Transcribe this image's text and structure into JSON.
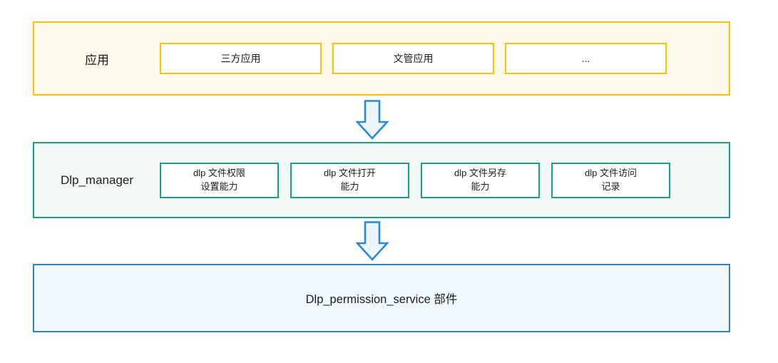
{
  "diagram": {
    "title": "DLP architecture diagram",
    "layers": [
      {
        "id": "apps",
        "label": "应用",
        "border_color": "#FFC000",
        "bg_color": "#FFF9EC",
        "boxes": [
          {
            "label": "三方应用"
          },
          {
            "label": "文管应用"
          },
          {
            "label": "..."
          }
        ]
      },
      {
        "id": "manager",
        "label": "Dlp_manager",
        "border_color": "#14A38A",
        "bg_color": "#F3FAF6",
        "boxes": [
          {
            "label": "dlp 文件权限\n设置能力"
          },
          {
            "label": "dlp 文件打开\n能力"
          },
          {
            "label": "dlp 文件另存\n能力"
          },
          {
            "label": "dlp 文件访问\n记录"
          }
        ]
      },
      {
        "id": "service",
        "label": "Dlp_permission_service 部件",
        "border_color": "#2B7FD4",
        "bg_color": "#F1F8FD",
        "boxes": []
      }
    ],
    "arrows": [
      {
        "name": "arrow-apps-to-manager",
        "direction": "down"
      },
      {
        "name": "arrow-manager-to-service",
        "direction": "down"
      }
    ],
    "arrow_style": {
      "stroke": "#2E86D6",
      "fill": "#EDF5FC"
    }
  }
}
